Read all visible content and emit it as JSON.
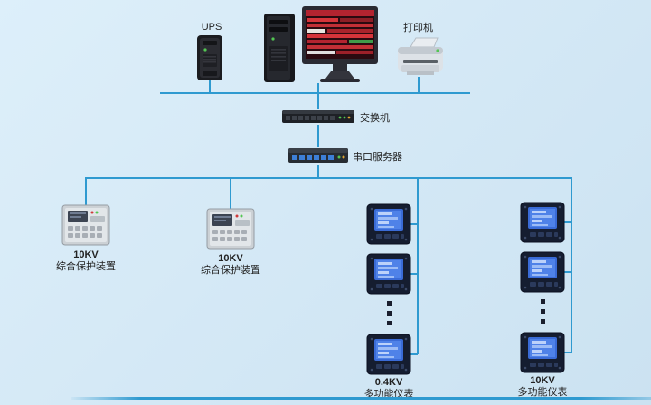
{
  "nodes": {
    "ups": {
      "label": "UPS"
    },
    "printer": {
      "label": "打印机"
    },
    "switch": {
      "label": "交换机"
    },
    "serial_server": {
      "label": "串口服务器"
    },
    "protection_left": {
      "voltage": "10KV",
      "name": "综合保护装置"
    },
    "protection_mid": {
      "voltage": "10KV",
      "name": "综合保护装置"
    },
    "meter_column_04kv": {
      "voltage": "0.4KV",
      "name": "多功能仪表"
    },
    "meter_column_10kv": {
      "voltage": "10KV",
      "name": "多功能仪表"
    }
  },
  "colors": {
    "background": "#d5e9f6",
    "line": "#2f9ad0",
    "text": "#222222"
  }
}
